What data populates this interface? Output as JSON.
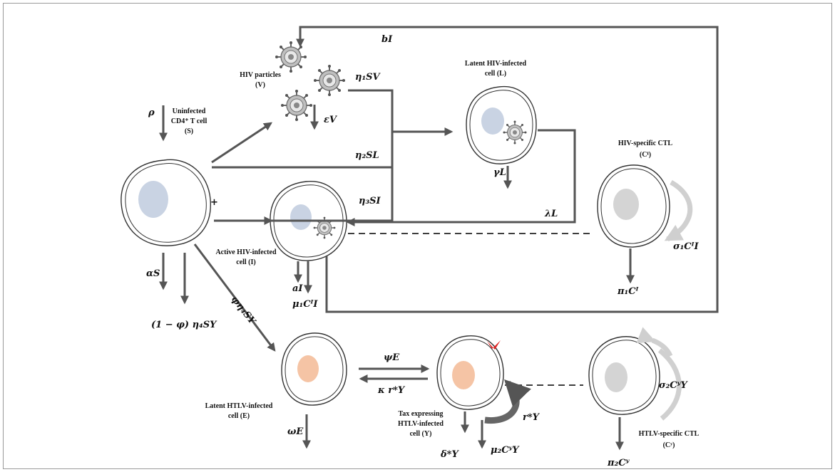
{
  "labels": {
    "susceptible": [
      "Uninfected",
      "CD4⁺ T cell",
      "(S)"
    ],
    "hiv_particles": [
      "HIV particles",
      "(V)"
    ],
    "latent_hiv": [
      "Latent HIV-infected",
      "cell (L)"
    ],
    "active_hiv": [
      "Active HIV-infected",
      "cell (I)"
    ],
    "hiv_ctl": [
      "HIV-specific CTL",
      "(Cᴵ)"
    ],
    "latent_htlv": [
      "Latent HTLV-infected",
      "cell (E)"
    ],
    "tax_htlv": [
      "Tax expressing",
      "HTLV-infected",
      "cell (Y)"
    ],
    "htlv_ctl": [
      "HTLV-specific CTL",
      "(Cʸ)"
    ]
  },
  "rates": {
    "rho": "ρ",
    "bI": "bI",
    "eta1SV": "η₁SV",
    "epsV": "εV",
    "eta2SL": "η₂SL",
    "eta3SI": "η₃SI",
    "plus": "+",
    "gammaL": "γL",
    "lambdaL": "λL",
    "sigma1": "σ₁CᴵI",
    "pi1": "π₁Cᴵ",
    "alphaS": "αS",
    "aI": "aI",
    "mu1": "μ₁CᴵI",
    "one_minus_phi": "(1 − φ) η₄SY",
    "phi_eta4": "φη₄SY",
    "psiE": "ψE",
    "kappa": "κ r*Y",
    "omegaE": "ωE",
    "delta": "δ*Y",
    "mu2": "μ₂CʸY",
    "rstar": "r*Y",
    "sigma2": "σ₂CʸY",
    "pi2": "π₂Cʸ"
  },
  "colors": {
    "line": "#555555",
    "nucleus_blue": "#c9d3e3",
    "nucleus_orange": "#f5c4a5",
    "nucleus_grey": "#d4d4d4",
    "curve_light": "#d0d0d0",
    "tax_marker": "#e02020"
  }
}
